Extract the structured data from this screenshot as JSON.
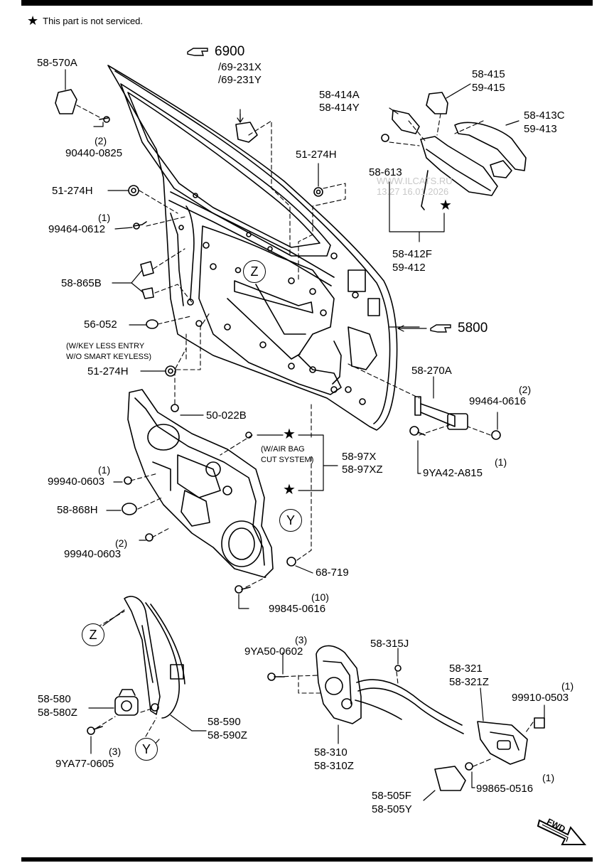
{
  "note": {
    "symbol": "★",
    "text": "This part is not serviced."
  },
  "watermark": {
    "line1": "WWW.ILCATS.RU",
    "line2": "13.27 16.01.2026"
  },
  "references": {
    "r6900": "6900",
    "r6900_sub1": "/69-231X",
    "r6900_sub2": "/69-231Y",
    "r5800": "5800"
  },
  "callouts": {
    "z": "Z",
    "y": "Y",
    "star": "★"
  },
  "fwd_label": "FWD",
  "parts": {
    "p58_570A": "58-570A",
    "p90440_qty": "(2)",
    "p90440": "90440-0825",
    "p51_274H_a": "51-274H",
    "p99464_0612_qty": "(1)",
    "p99464_0612": "99464-0612",
    "p58_865B": "58-865B",
    "p56_052": "56-052",
    "note_keyless_1": "(W/KEY LESS ENTRY",
    "note_keyless_2": "W/O SMART KEYLESS)",
    "p51_274H_b": "51-274H",
    "p51_274H_c": "51-274H",
    "p58_414A": "58-414A",
    "p58_414Y": "58-414Y",
    "p58_415": "58-415",
    "p59_415": "59-415",
    "p58_413C": "58-413C",
    "p59_413": "59-413",
    "p58_613": "58-613",
    "p58_412F": "58-412F",
    "p59_412": "59-412",
    "p58_270A": "58-270A",
    "p99464_0616_qty": "(2)",
    "p99464_0616": "99464-0616",
    "p9YA42_qty": "(1)",
    "p9YA42": "9YA42-A815",
    "p50_022B": "50-022B",
    "note_airbag_1": "(W/AIR BAG",
    "note_airbag_2": "CUT SYSTEM)",
    "p58_97X": "58-97X",
    "p58_97XZ": "58-97XZ",
    "p99940_a_qty": "(1)",
    "p99940_a": "99940-0603",
    "p58_868H": "58-868H",
    "p99940_b_qty": "(2)",
    "p99940_b": "99940-0603",
    "p68_719": "68-719",
    "p99845_qty": "(10)",
    "p99845": "99845-0616",
    "p58_580": "58-580",
    "p58_580Z": "58-580Z",
    "p9YA77_qty": "(3)",
    "p9YA77": "9YA77-0605",
    "p58_590": "58-590",
    "p58_590Z": "58-590Z",
    "p9YA50_qty": "(3)",
    "p9YA50": "9YA50-0602",
    "p58_315J": "58-315J",
    "p58_310": "58-310",
    "p58_310Z": "58-310Z",
    "p58_321": "58-321",
    "p58_321Z": "58-321Z",
    "p99910_qty": "(1)",
    "p99910": "99910-0503",
    "p99865_qty": "(1)",
    "p99865": "99865-0516",
    "p58_505F": "58-505F",
    "p58_505Y": "58-505Y"
  }
}
